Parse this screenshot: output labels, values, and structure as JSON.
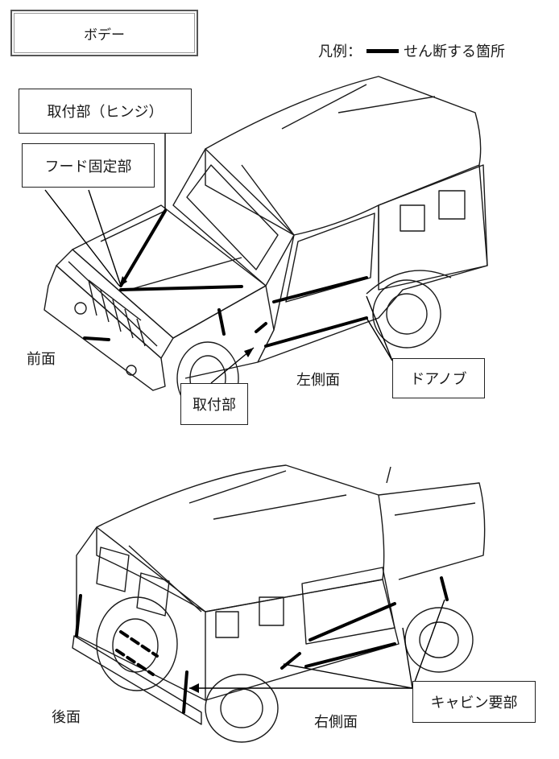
{
  "title": "ボデー",
  "legend": {
    "prefix": "凡例：",
    "text": "せん断する箇所"
  },
  "labels": {
    "hinge": "取付部（ヒンジ）",
    "hood_lock": "フード固定部",
    "front": "前面",
    "mount": "取付部",
    "left_side": "左側面",
    "door_knob": "ドアノブ",
    "rear": "後面",
    "right_side": "右側面",
    "cabin": "キャビン要部"
  },
  "colors": {
    "line": "#1a1a1a",
    "cut": "#000000"
  }
}
